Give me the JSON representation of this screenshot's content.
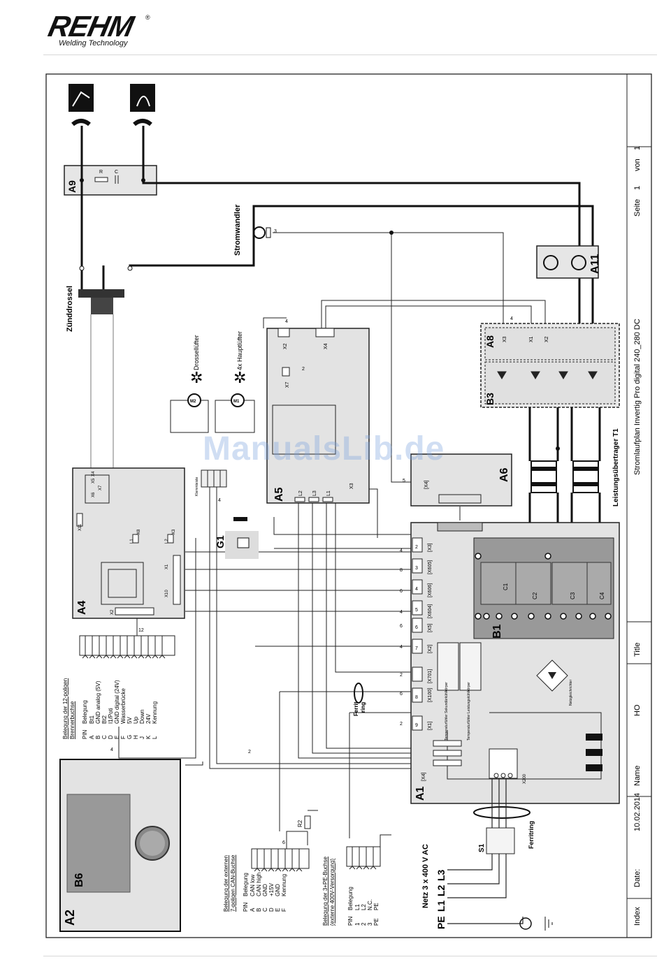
{
  "logo": {
    "brand": "REHM",
    "registered": "®",
    "subtitle": "Welding Technology"
  },
  "watermark": "ManualsLib.de",
  "title_block": {
    "page_label": "Seite",
    "page_num": "1",
    "of_label": "von",
    "of_num": "1",
    "title": "Stromlaufplan Invertig Pro digital 240_280 DC",
    "title_label": "Title",
    "name_label": "Name",
    "name_value": "HO",
    "date_label": "Date:",
    "date_value": "10.02.2014",
    "index_label": "Index"
  },
  "components": {
    "A9": "A9",
    "r": "R",
    "c": "C",
    "stromwandler": "Stromwandler",
    "zuenddrossel": "Zünddrossel",
    "A11": "A11",
    "drossel": "Drossellüfter",
    "haupt": "4x Hauptlüfter",
    "m2": "M2",
    "m1": "M1",
    "A8": "A8",
    "B3": "B3",
    "A5": "A5",
    "A6": "A6",
    "A4": "A4",
    "G1": "G1",
    "A1": "A1",
    "B1": "B1",
    "A2": "A2",
    "B6": "B6",
    "t1": "Leistungsübertrager T1",
    "klemm": "Klemmleiste",
    "ferrit": "Ferrit",
    "ring": "ring",
    "ferritring": "Ferritring",
    "s1": "S1",
    "netz": "Netz 3 x 400 V AC",
    "pe": "PE",
    "l1": "L1",
    "l2": "L2",
    "l3": "L3",
    "c1": "C1",
    "c2": "C2",
    "c3": "C3",
    "c4": "C4",
    "x200": "X200",
    "temp1": "Temperaturfühler Sekundärkühlkörper",
    "temp2": "Temperaturfühler Leistungskühlkörper",
    "netzgl": "Netzgleichrichter"
  },
  "connectors": {
    "a5_x2": "X2",
    "a5_x4": "X4",
    "a5_x7": "X7",
    "a5_x3": "X3",
    "a5_l1": "L1",
    "a5_l2": "L2",
    "a5_l3": "L3",
    "a6_x4": "[X4]",
    "a8_x1": "X1",
    "a8_x2": "X2",
    "a8_x3": "X3",
    "a4_x4": "X4",
    "a4_x5": "X5",
    "a4_x7": "X7",
    "a4_x6": "X6",
    "a4_x11": "X11",
    "a4_x8": "X8",
    "a4_x3": "X3",
    "a4_l1": "L1",
    "a4_l2": "L2",
    "a4_x1": "X1",
    "a4_x10": "X10",
    "a4_x2": "X2",
    "a1_list": [
      "[X3]",
      "[X605]",
      "[X606]",
      "[X604]",
      "[X5]",
      "[X2]",
      "[X701]",
      "[X100]",
      "[X1]"
    ],
    "a1_nums": [
      "2",
      "3",
      "4",
      "5",
      "6",
      "7",
      "8",
      "9"
    ],
    "a1_x4": "[X4]",
    "a1_x4_l": [
      "L2",
      "L1",
      "L3"
    ],
    "x4_l": "X4"
  },
  "wire_counts": [
    "4",
    "8",
    "6",
    "4",
    "6",
    "4",
    "2",
    "6",
    "2",
    "2",
    "4",
    "12",
    "4",
    "2",
    "5",
    "3",
    "4",
    "6",
    "4"
  ],
  "pin_table_12": {
    "title_line1": "Belegung der 12-poligen",
    "title_line2": "Brennerbuchse",
    "header": [
      "PIN",
      "Belegung"
    ],
    "rows": [
      [
        "A",
        "Bt1"
      ],
      [
        "B",
        "GND analog (5V)"
      ],
      [
        "C",
        "Bt2"
      ],
      [
        "D",
        "I1/Poti"
      ],
      [
        "E",
        "GND digital (24V)"
      ],
      [
        "F",
        "Wasserbrücke"
      ],
      [
        "G",
        "5V"
      ],
      [
        "H",
        "Up"
      ],
      [
        "J",
        "Down"
      ],
      [
        "K",
        "24V"
      ],
      [
        "L",
        "Kennung"
      ]
    ]
  },
  "pin_table_7": {
    "title_line1": "Belegung der externen",
    "title_line2": "7-poligen CAN-Buchse",
    "header": [
      "PIN",
      "Belegung"
    ],
    "rows": [
      [
        "A",
        "CAN low"
      ],
      [
        "B",
        "CAN high"
      ],
      [
        "C",
        "GND"
      ],
      [
        "D",
        "+15V"
      ],
      [
        "E",
        "GND"
      ],
      [
        "F",
        "Kennung"
      ]
    ]
  },
  "pin_table_pe": {
    "title_line1": "Belegung der 3+PE-Buchse",
    "title_line2": "(externe 400V-Versorgung)",
    "header": [
      "PIN",
      "Belegung"
    ],
    "rows": [
      [
        "1",
        "L1"
      ],
      [
        "2",
        "L2"
      ],
      [
        "3",
        "N.C."
      ],
      [
        "PE",
        "PE"
      ]
    ]
  },
  "r2": "R2"
}
